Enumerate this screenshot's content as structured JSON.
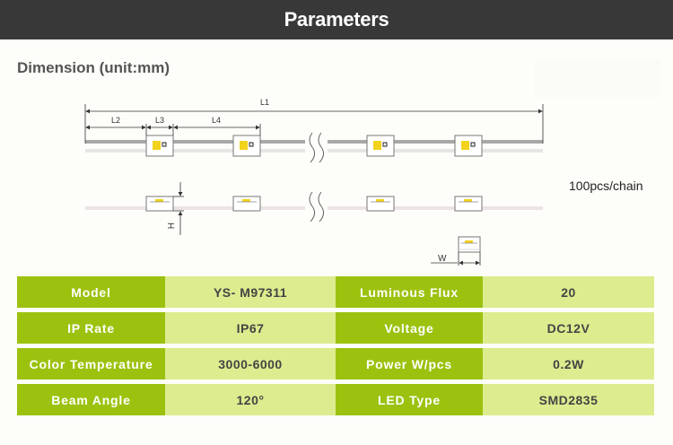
{
  "header": {
    "title": "Parameters"
  },
  "dimension": {
    "title": "Dimension (unit:mm)",
    "labels": {
      "l1": "L1",
      "l2": "L2",
      "l3": "L3",
      "l4": "L4",
      "h": "H",
      "w": "W"
    },
    "chain_note": "100pcs/chain"
  },
  "colors": {
    "label_bg": "#9cc20f",
    "value_bg": "#dcec8e",
    "header_bg": "#383838",
    "led_yellow": "#f2d21a"
  },
  "specs": [
    {
      "label": "Model",
      "value": "YS- M97311",
      "label2": "Luminous Flux",
      "value2": "20"
    },
    {
      "label": "IP Rate",
      "value": "IP67",
      "label2": "Voltage",
      "value2": "DC12V"
    },
    {
      "label": "Color Temperature",
      "value": "3000-6000",
      "label2": "Power W/pcs",
      "value2": "0.2W"
    },
    {
      "label": "Beam Angle",
      "value": "120°",
      "label2": "LED Type",
      "value2": "SMD2835"
    }
  ]
}
